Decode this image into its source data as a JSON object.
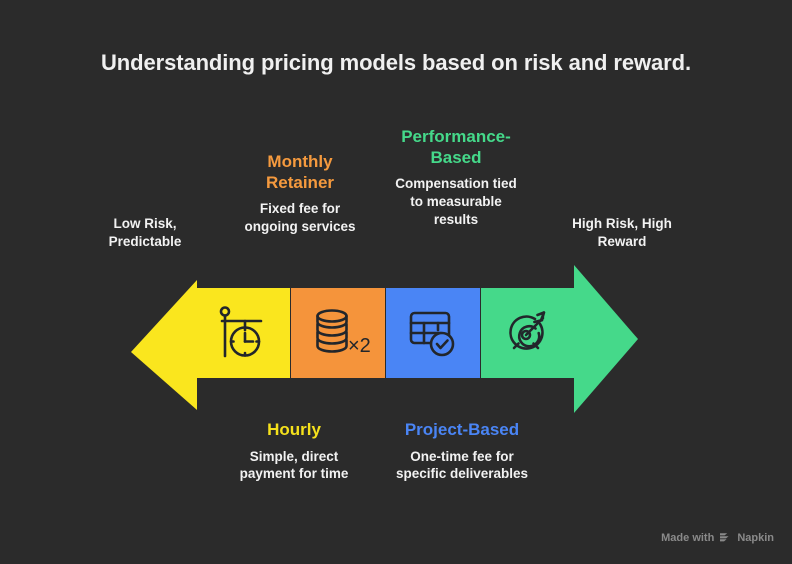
{
  "title": "Understanding pricing models based on risk and reward.",
  "background_color": "#2b2b2b",
  "spectrum": {
    "left_end": {
      "label": "Low Risk,\nPredictable",
      "line1": "Low Risk,",
      "line2": "Predictable",
      "arrow_color": "#FAE61E",
      "icon": "arrow-left"
    },
    "right_end": {
      "label": "High Risk, High\nReward",
      "line1": "High Risk, High",
      "line2": "Reward",
      "arrow_color": "#45D98A",
      "icon": "arrow-right"
    }
  },
  "models": [
    {
      "name": "Hourly",
      "description_line1": "Simple, direct",
      "description_line2": "payment for time",
      "color": "#FAE61E",
      "title_color": "#F5E11C",
      "icon": "hanging-clock-icon",
      "position": "below",
      "badge": ""
    },
    {
      "name": "Monthly Retainer",
      "name_line1": "Monthly",
      "name_line2": "Retainer",
      "description_line1": "Fixed fee for",
      "description_line2": "ongoing services",
      "color": "#F5943B",
      "title_color": "#F59A3E",
      "icon": "coin-stack-icon",
      "position": "above",
      "badge": "×2"
    },
    {
      "name": "Project-Based",
      "description_line1": "One-time fee for",
      "description_line2": "specific deliverables",
      "color": "#4A85F5",
      "title_color": "#4A85F5",
      "icon": "table-check-icon",
      "position": "below",
      "badge": ""
    },
    {
      "name": "Performance-Based",
      "name_line1": "Performance-",
      "name_line2": "Based",
      "description_line1": "Compensation tied",
      "description_line2": "to measurable",
      "description_line3": "results",
      "color": "#45D98A",
      "title_color": "#45D98A",
      "icon": "target-arrow-icon",
      "position": "above",
      "badge": ""
    }
  ],
  "watermark": {
    "prefix": "Made with",
    "brand": "Napkin",
    "logo_icon": "napkin-chevrons-icon"
  }
}
